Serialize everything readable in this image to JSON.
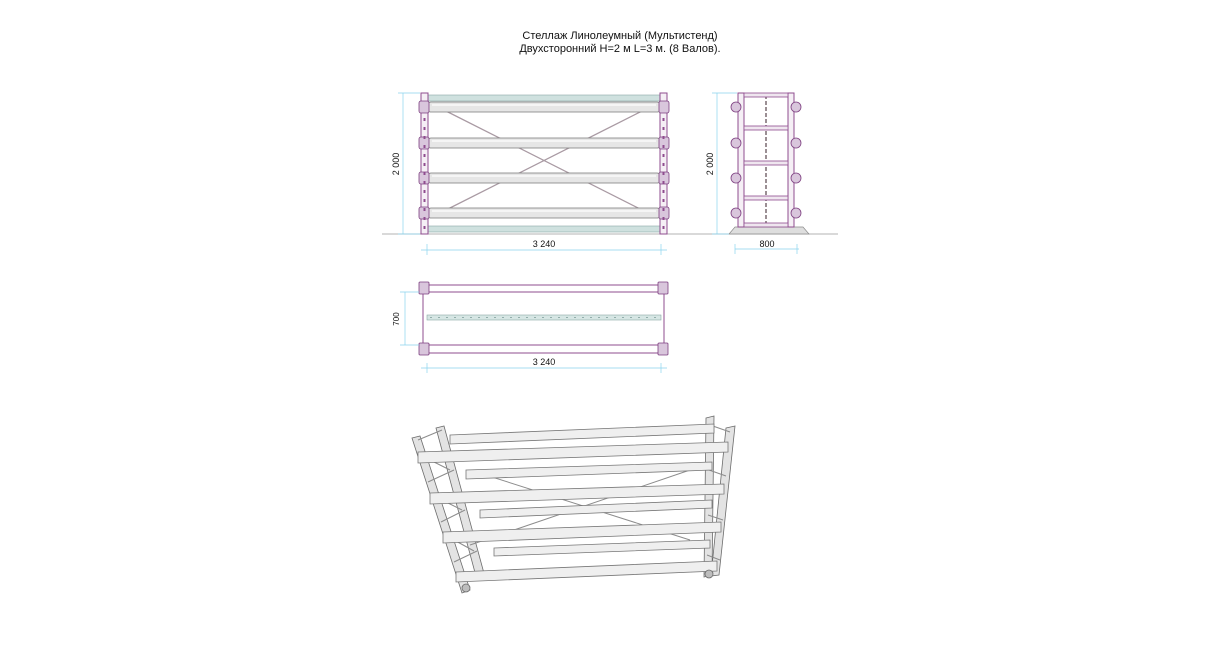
{
  "title": {
    "line1": "Стеллаж Линолеумный (Мультистенд)",
    "line2": "Двухсторонний H=2 м L=3 м. (8 Валов)."
  },
  "front_view": {
    "height_label": "2 000",
    "length_label": "3 240"
  },
  "side_view": {
    "height_label": "2 000",
    "width_label": "800"
  },
  "top_view": {
    "depth_label": "700",
    "length_label": "3 240"
  },
  "colors": {
    "frame": "#8f4c8f",
    "dimension": "#8ad3ee",
    "roller": "#e6e6e6"
  }
}
